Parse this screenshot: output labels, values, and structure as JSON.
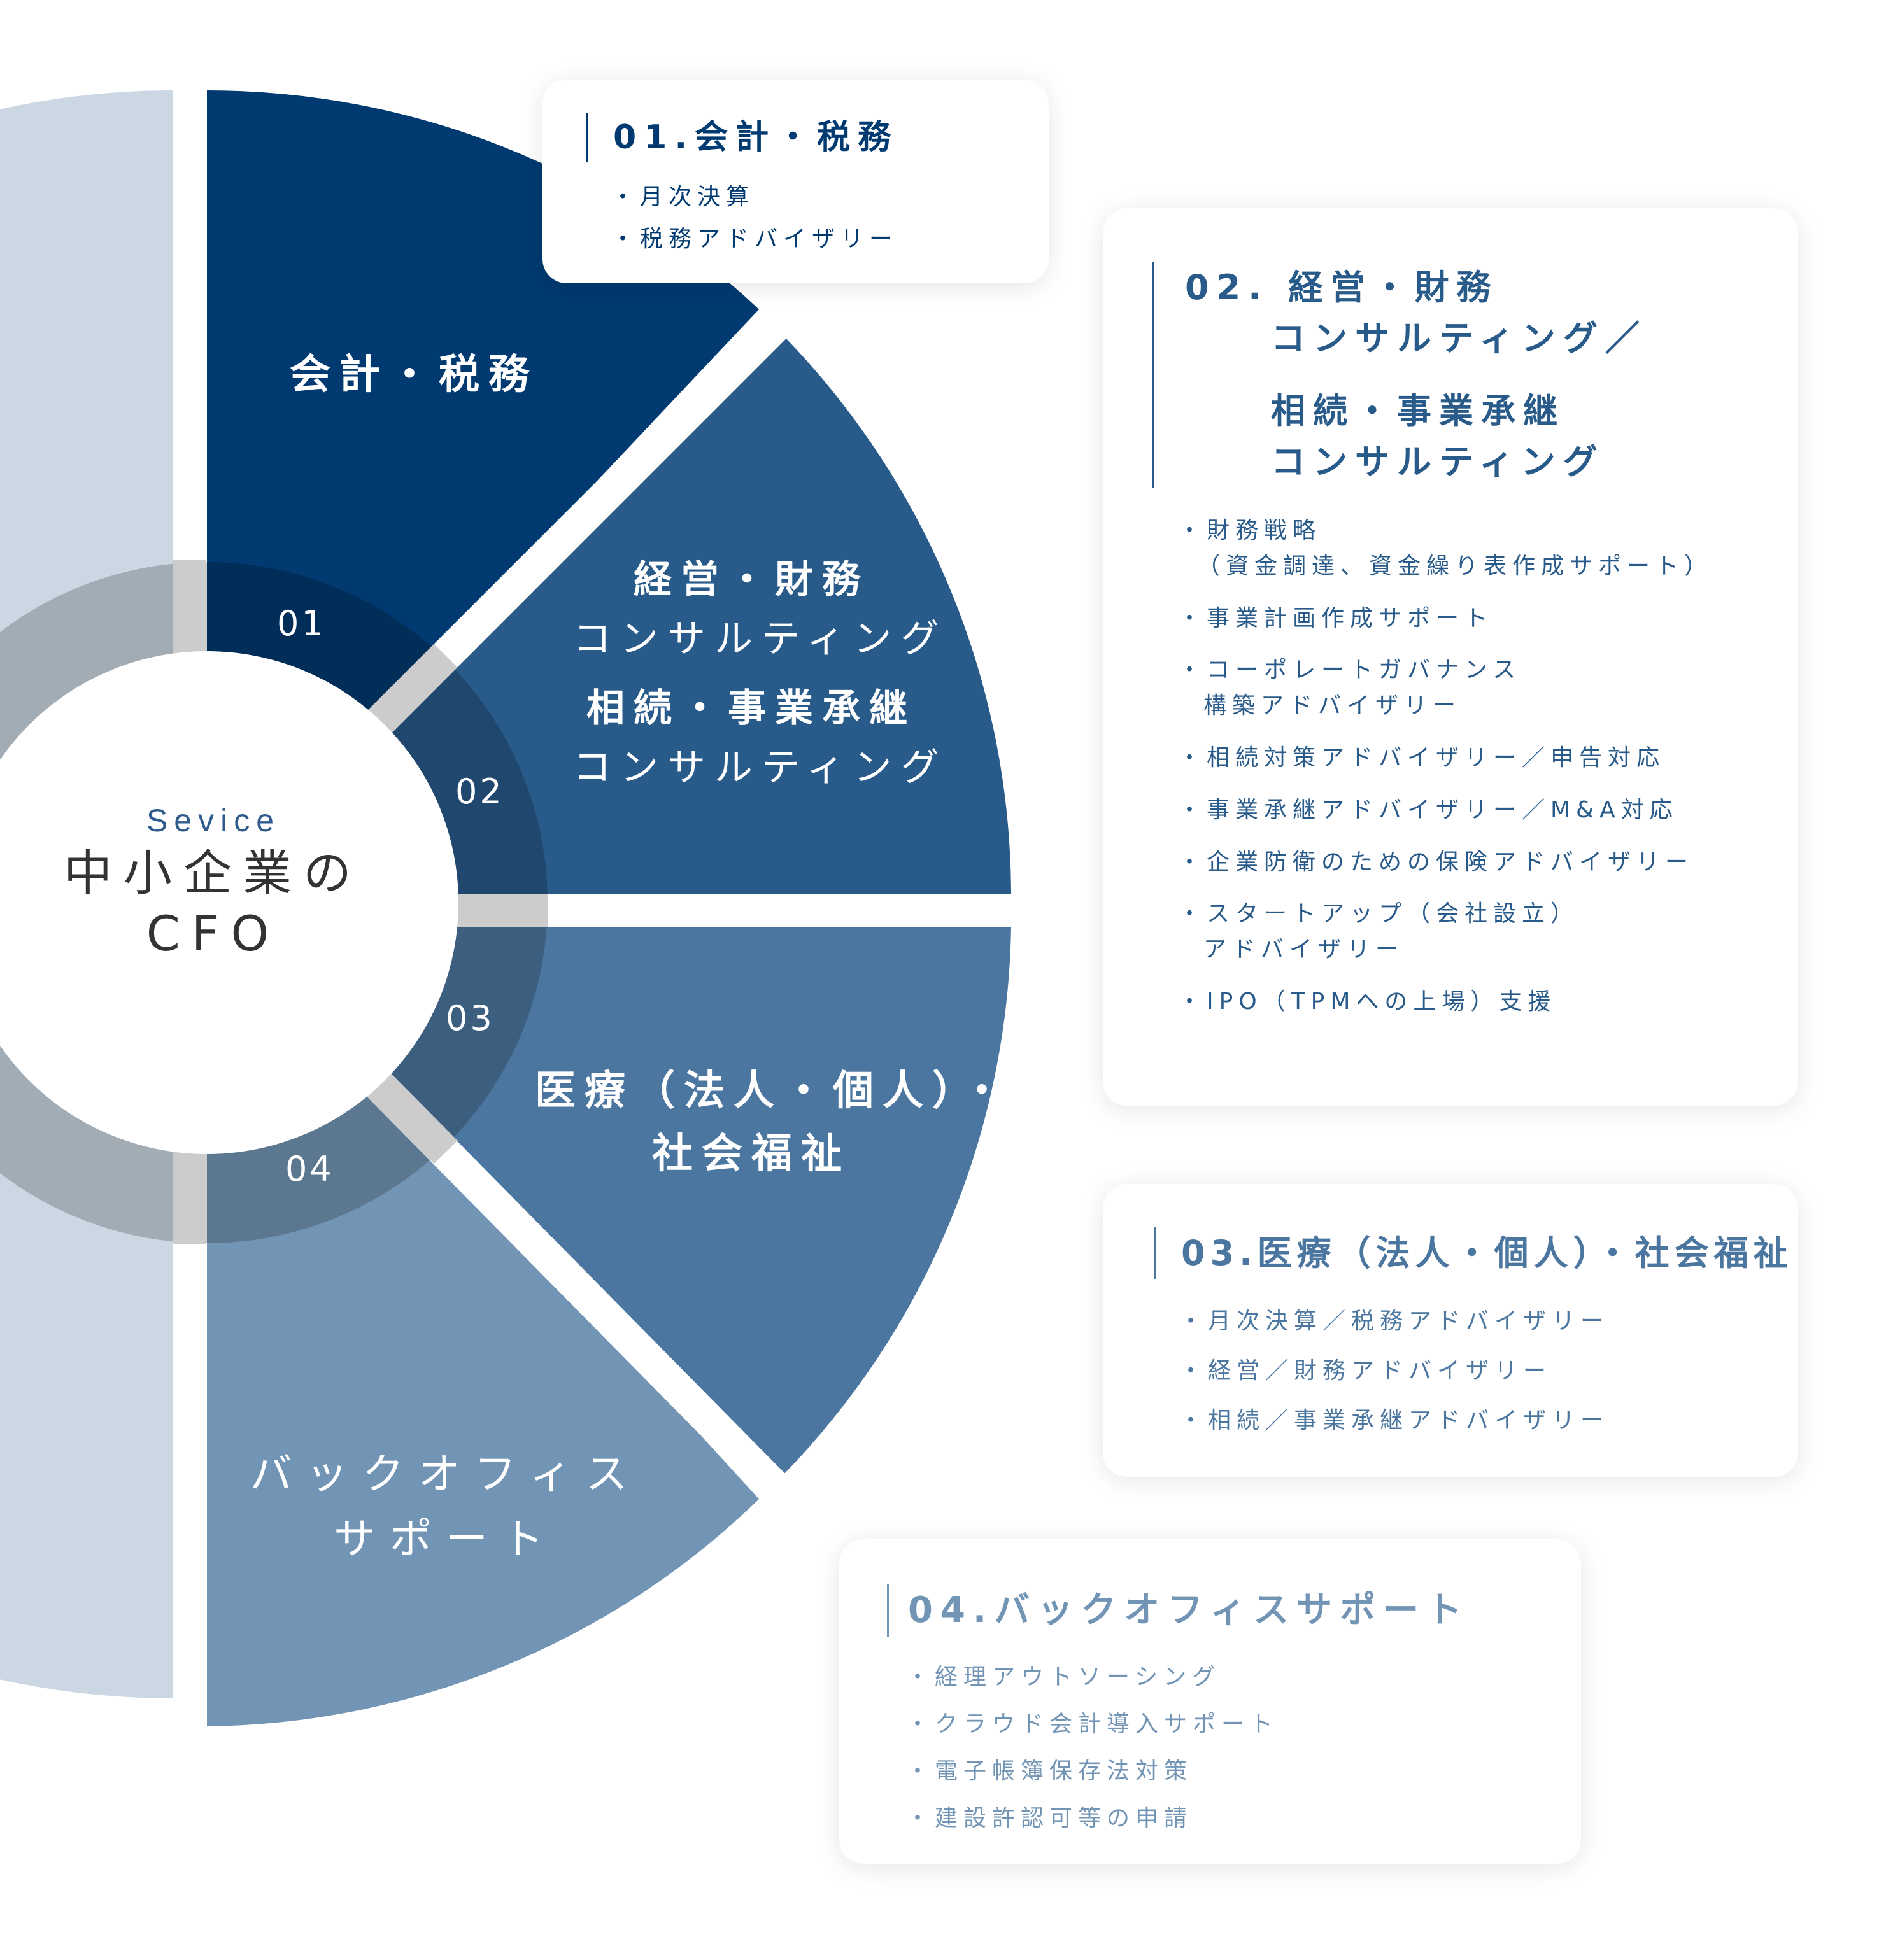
{
  "diagram": {
    "center": {
      "subtitle": "Sevice",
      "title_line1": "中小企業の",
      "title_line2": "CFO"
    },
    "colors": {
      "seg01": "#003A70",
      "seg02": "#285A8A",
      "seg03": "#4B769F",
      "seg04": "#7395B5",
      "left_half": "#CBD8E3",
      "ring": "#A3ADB6",
      "ring_gap": "#CCCCCC"
    },
    "segments": [
      {
        "number": "01",
        "label_lines": [
          "会計・税務"
        ]
      },
      {
        "number": "02",
        "label_lines": [
          "経営・財務",
          "コンサルティング",
          "相続・事業承継",
          "コンサルティング"
        ]
      },
      {
        "number": "03",
        "label_lines": [
          "医療（法人・個人）・",
          "社会福祉"
        ]
      },
      {
        "number": "04",
        "label_lines": [
          "バックオフィス",
          "サポート"
        ]
      }
    ]
  },
  "cards": [
    {
      "title": "01.会計・税務",
      "color": "#003A70",
      "items": [
        "・月次決算",
        "・税務アドバイザリー"
      ]
    },
    {
      "title_line1": "02. 経営・財務",
      "title_line2": "コンサルティング／",
      "title_line3": "相続・事業承継",
      "title_line4": "コンサルティング",
      "color": "#285A8A",
      "items": [
        {
          "line1": "・財務戦略",
          "line2": "（資金調達、資金繰り表作成サポート）"
        },
        {
          "line1": "・事業計画作成サポート"
        },
        {
          "line1": "・コーポレートガバナンス",
          "line2": "構築アドバイザリー"
        },
        {
          "line1": "・相続対策アドバイザリー／申告対応"
        },
        {
          "line1": "・事業承継アドバイザリー／M&A対応"
        },
        {
          "line1": "・企業防衛のための保険アドバイザリー"
        },
        {
          "line1": "・スタートアップ（会社設立）",
          "line2": "アドバイザリー"
        },
        {
          "line1": "・IPO（TPMへの上場）支援"
        }
      ]
    },
    {
      "title": "03.医療（法人・個人）・社会福祉",
      "color": "#4B769F",
      "items": [
        "・月次決算／税務アドバイザリー",
        "・経営／財務アドバイザリー",
        "・相続／事業承継アドバイザリー"
      ]
    },
    {
      "title": "04.バックオフィスサポート",
      "color": "#7395B5",
      "items": [
        "・経理アウトソーシング",
        "・クラウド会計導入サポート",
        "・電子帳簿保存法対策",
        "・建設許認可等の申請"
      ]
    }
  ]
}
